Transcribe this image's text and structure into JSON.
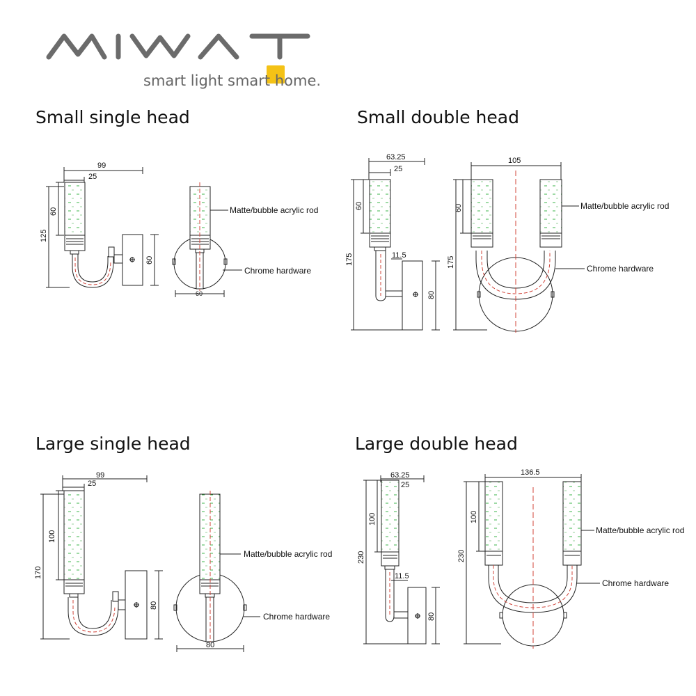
{
  "brand": {
    "logo_text": "MIWAT",
    "tagline": "smart light smart home.",
    "accent_color": "#f4c216",
    "logo_color": "#6b6b6b"
  },
  "sections": {
    "small_single": {
      "title": "Small single head",
      "dims": {
        "width": "99",
        "head": "25",
        "rod": "60",
        "height": "125",
        "base": "60",
        "plate": "60"
      },
      "labels": {
        "rod": "Matte/bubble acrylic rod",
        "hardware": "Chrome hardware"
      }
    },
    "small_double": {
      "title": "Small double head",
      "dims": {
        "depth": "63.25",
        "head": "25",
        "rod": "60",
        "height": "175",
        "arm": "11.5",
        "base": "80",
        "width": "105",
        "rod2": "60",
        "height2": "175"
      },
      "labels": {
        "rod": "Matte/bubble acrylic rod",
        "hardware": "Chrome hardware"
      }
    },
    "large_single": {
      "title": "Large single head",
      "dims": {
        "width": "99",
        "head": "25",
        "rod": "100",
        "height": "170",
        "base": "80",
        "plate": "80"
      },
      "labels": {
        "rod": "Matte/bubble acrylic rod",
        "hardware": "Chrome hardware"
      }
    },
    "large_double": {
      "title": "Large double head",
      "dims": {
        "depth": "63.25",
        "head": "25",
        "rod": "100",
        "height": "230",
        "arm": "11.5",
        "base": "80",
        "width": "136.5",
        "rod2": "100",
        "height2": "230"
      },
      "labels": {
        "rod": "Matte/bubble acrylic rod",
        "hardware": "Chrome hardware"
      }
    }
  }
}
